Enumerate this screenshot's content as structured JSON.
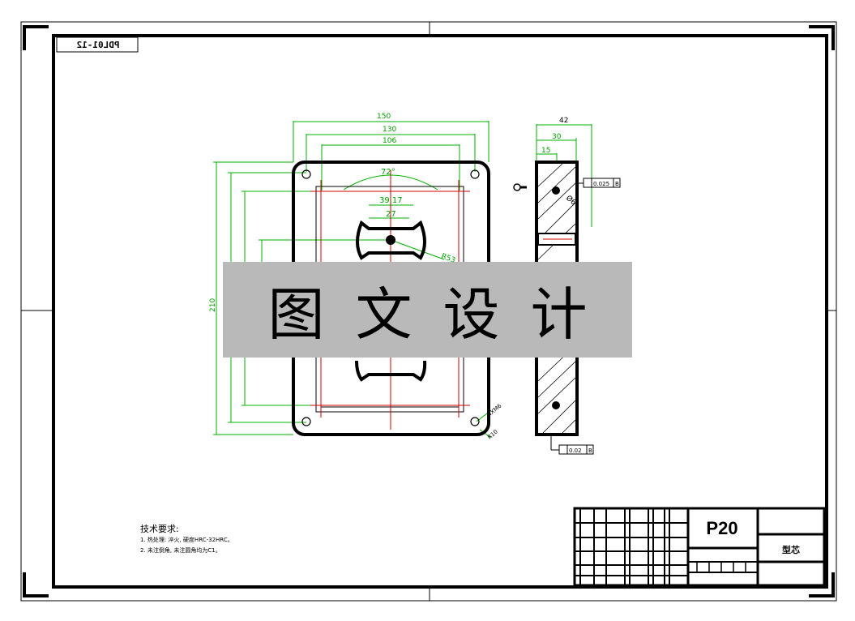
{
  "drawing": {
    "stamp_code": "PDL01-12",
    "part_number": "P20",
    "part_name": "型芯",
    "watermark": "图文设计"
  },
  "technical_requirements": {
    "title": "技术要求:",
    "items": [
      "1. 热处理: 淬火, 硬度HRC-32HRC。",
      "2. 未注倒角, 未注圆角均为C1。"
    ]
  },
  "dimensions": {
    "overall_width": "150",
    "width_2": "130",
    "width_3": "106",
    "height": "210",
    "angle": "72°",
    "chord": "39.17",
    "slot": "27",
    "radius_big": "R53",
    "thread": "4XM6",
    "corner_radius": "R10",
    "side_total": "42",
    "side_30": "30",
    "side_15": "15",
    "parallel_tol": "0.025",
    "perp_tol": "0.02",
    "datum": "B",
    "hole": "Ø6"
  },
  "colors": {
    "frame": "#000000",
    "dimension": "#00b000",
    "center_line": "#d00000"
  }
}
